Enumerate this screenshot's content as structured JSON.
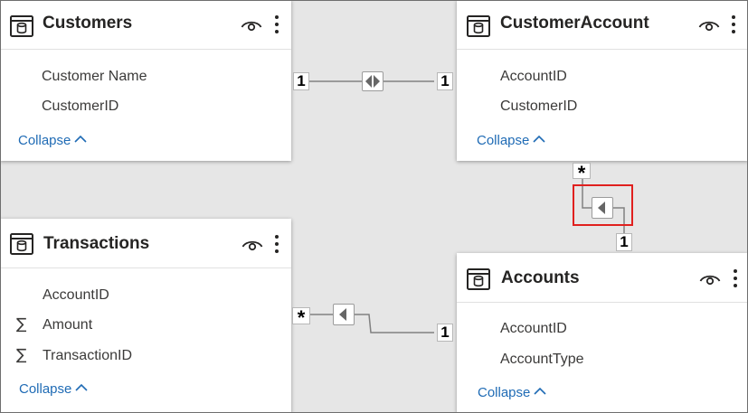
{
  "tables": {
    "customers": {
      "title": "Customers",
      "fields": [
        "Customer Name",
        "CustomerID"
      ],
      "collapse": "Collapse"
    },
    "customer_account": {
      "title": "CustomerAccount",
      "fields": [
        "AccountID",
        "CustomerID"
      ],
      "collapse": "Collapse"
    },
    "transactions": {
      "title": "Transactions",
      "fields": [
        "AccountID",
        "Amount",
        "TransactionID"
      ],
      "field_sigma": "∑",
      "collapse": "Collapse"
    },
    "accounts": {
      "title": "Accounts",
      "fields": [
        "AccountID",
        "AccountType"
      ],
      "collapse": "Collapse"
    }
  },
  "relationships": {
    "customers_customeraccount": {
      "from_card": "1",
      "to_card": "1",
      "direction": "both"
    },
    "customeraccount_accounts": {
      "from_card": "*",
      "to_card": "1",
      "direction": "single"
    },
    "transactions_accounts": {
      "from_card": "*",
      "to_card": "1",
      "direction": "single"
    }
  },
  "colors": {
    "canvas": "#e6e6e6",
    "link": "#1f6bb5",
    "highlight": "#e0201e",
    "line": "#808080"
  },
  "icons": [
    "table-icon",
    "eye-icon",
    "more-vertical-icon",
    "chevron-up-icon",
    "arrow-left-icon",
    "bidirectional-arrow-icon"
  ]
}
